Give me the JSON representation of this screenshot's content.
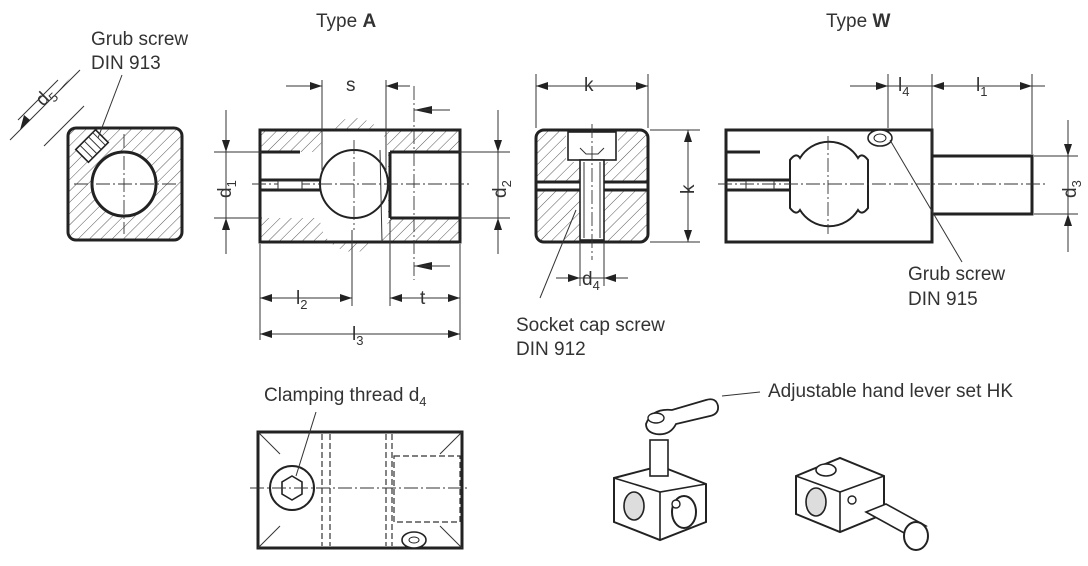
{
  "titles": {
    "type_a_prefix": "Type ",
    "type_a_letter": "A",
    "type_w_prefix": "Type ",
    "type_w_letter": "W"
  },
  "labels": {
    "grub_screw_913_l1": "Grub screw",
    "grub_screw_913_l2": "DIN 913",
    "grub_screw_915_l1": "Grub screw",
    "grub_screw_915_l2": "DIN 915",
    "socket_cap_l1": "Socket cap screw",
    "socket_cap_l2": "DIN 912",
    "clamping_thread": "Clamping thread d",
    "clamping_thread_sub": "4",
    "hand_lever": "Adjustable hand lever set HK"
  },
  "dimensions": {
    "d5": {
      "base": "d",
      "sub": "5"
    },
    "s": {
      "base": "s",
      "sub": ""
    },
    "d1": {
      "base": "d",
      "sub": "1"
    },
    "d2": {
      "base": "d",
      "sub": "2"
    },
    "l2": {
      "base": "l",
      "sub": "2"
    },
    "t": {
      "base": "t",
      "sub": ""
    },
    "l3": {
      "base": "l",
      "sub": "3"
    },
    "k_top": {
      "base": "k",
      "sub": ""
    },
    "k_side": {
      "base": "k",
      "sub": ""
    },
    "d4": {
      "base": "d",
      "sub": "4"
    },
    "l4": {
      "base": "l",
      "sub": "4"
    },
    "l1": {
      "base": "l",
      "sub": "1"
    },
    "d3": {
      "base": "d",
      "sub": "3"
    }
  }
}
